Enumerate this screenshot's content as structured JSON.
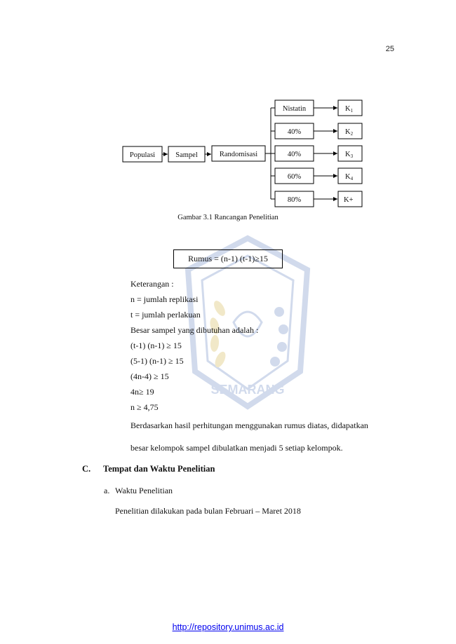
{
  "page_number": "25",
  "diagram": {
    "nodes": {
      "populasi": "Populasi",
      "sampel": "Sampel",
      "randomisasi": "Randomisasi"
    },
    "treatments": [
      "Nistatin",
      "40%",
      "40%",
      "60%",
      "80%"
    ],
    "groups": [
      {
        "label": "K",
        "sub": "1"
      },
      {
        "label": "K",
        "sub": "2"
      },
      {
        "label": "K",
        "sub": "3"
      },
      {
        "label": "K",
        "sub": "4"
      },
      {
        "label": "K",
        "sub": "+"
      }
    ]
  },
  "caption": "Gambar 3.1 Rancangan Penelitian",
  "formula": "Rumus = (n-1) (t-1)≥15",
  "keterangan": [
    "Keterangan :",
    "n = jumlah replikasi",
    "t = jumlah perlakuan",
    "Besar sampel yang dibutuhan adalah :",
    "(t-1) (n-1) ≥ 15",
    "(5-1) (n-1) ≥ 15",
    "(4n-4) ≥ 15",
    "4n≥ 19",
    "n ≥  4,75"
  ],
  "conclusion": {
    "line1": "Berdasarkan hasil perhitungan menggunakan rumus diatas, didapatkan",
    "line2": "besar kelompok sampel dibulatkan menjadi 5 setiap kelompok."
  },
  "section": {
    "letter": "C.",
    "title": "Tempat dan Waktu Penelitian"
  },
  "subsection": {
    "letter": "a.",
    "title": "Waktu Penelitian"
  },
  "body": "Penelitian dilakukan pada bulan Februari – Maret 2018",
  "footer": {
    "link": "http://repository.unimus.ac.id"
  },
  "watermark": {
    "text": "SEMARANG",
    "color": "#4a6fb5"
  }
}
